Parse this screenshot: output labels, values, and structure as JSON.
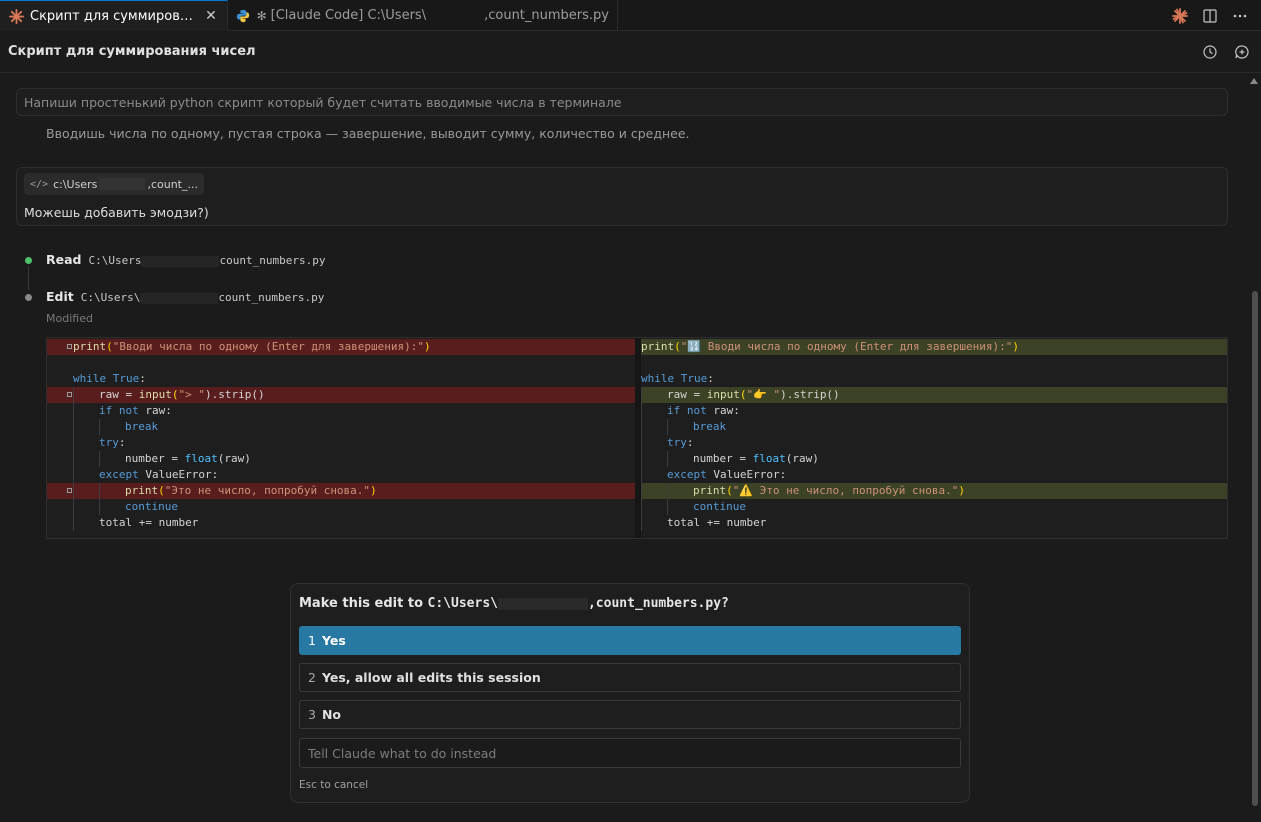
{
  "tabs": [
    {
      "label": "Скрипт для суммирования ...",
      "active": true
    },
    {
      "label": "[Claude Code] C:\\Users\\",
      "label_suffix": ",count_numbers.py",
      "active": false
    }
  ],
  "header": {
    "title": "Скрипт для суммирования чисел"
  },
  "messages": {
    "user1": "Напиши простенький python скрипт который будет считать вводимые числа в терминале",
    "assistant1": "Вводишь числа по одному, пустая строка — завершение, выводит сумму, количество и среднее.",
    "user2": {
      "chip_prefix": "c:\\Users",
      "chip_suffix": ",count_...",
      "text": "Можешь добавить эмодзи?)"
    }
  },
  "steps": {
    "read": {
      "verb": "Read",
      "path_prefix": "C:\\Users",
      "path_suffix": "count_numbers.py"
    },
    "edit": {
      "verb": "Edit",
      "path_prefix": "C:\\Users\\",
      "path_suffix": "count_numbers.py",
      "status": "Modified"
    }
  },
  "diff": {
    "left": {
      "l1": {
        "fn": "print",
        "open": "(",
        "str": "\"Вводи числа по одному (Enter для завершения):\"",
        "close": ")"
      },
      "l3": {
        "kw": "while",
        "val": "True",
        "colon": ":"
      },
      "l4": {
        "lhs": "raw = ",
        "fn": "input",
        "str": "\"> \"",
        "rest": ").strip()"
      },
      "l5": {
        "kw1": "if",
        "kw2": "not",
        "rest": " raw:"
      },
      "l6": {
        "kw": "break"
      },
      "l7": {
        "kw": "try",
        "colon": ":"
      },
      "l8": {
        "lhs": "number = ",
        "fn": "float",
        "rest": "(raw)"
      },
      "l9": {
        "kw": "except",
        "rest": " ValueError:"
      },
      "l10": {
        "fn": "print",
        "str": "\"Это не число, попробуй снова.\"",
        "close": ")"
      },
      "l11": {
        "kw": "continue"
      },
      "l12": {
        "text": "total += number"
      }
    },
    "right": {
      "l1": {
        "fn": "print",
        "str": "\"🔢 Вводи числа по одному (Enter для завершения):\"",
        "close": ")"
      },
      "l3": {
        "kw": "while",
        "val": "True",
        "colon": ":"
      },
      "l4": {
        "lhs": "raw = ",
        "fn": "input",
        "str": "\"👉 \"",
        "rest": ").strip()"
      },
      "l5": {
        "kw1": "if",
        "kw2": "not",
        "rest": " raw:"
      },
      "l6": {
        "kw": "break"
      },
      "l7": {
        "kw": "try",
        "colon": ":"
      },
      "l8": {
        "lhs": "number = ",
        "fn": "float",
        "rest": "(raw)"
      },
      "l9": {
        "kw": "except",
        "rest": " ValueError:"
      },
      "l10": {
        "fn": "print",
        "str": "\"⚠️ Это не число, попробуй снова.\"",
        "close": ")"
      },
      "l11": {
        "kw": "continue"
      },
      "l12": {
        "text": "total += number"
      }
    }
  },
  "dialog": {
    "question_prefix": "Make this edit to ",
    "question_path": "C:\\Users\\",
    "question_suffix": ",count_numbers.py?",
    "options": [
      {
        "num": "1",
        "label": "Yes",
        "selected": true
      },
      {
        "num": "2",
        "label": "Yes, allow all edits this session",
        "selected": false
      },
      {
        "num": "3",
        "label": "No",
        "selected": false
      }
    ],
    "instead_placeholder": "Tell Claude what to do instead",
    "esc_hint": "Esc to cancel"
  },
  "colors": {
    "accent": "#2878a4",
    "deleted": "#5a1d1d",
    "added": "#3b4225",
    "success": "#4ec36b"
  }
}
